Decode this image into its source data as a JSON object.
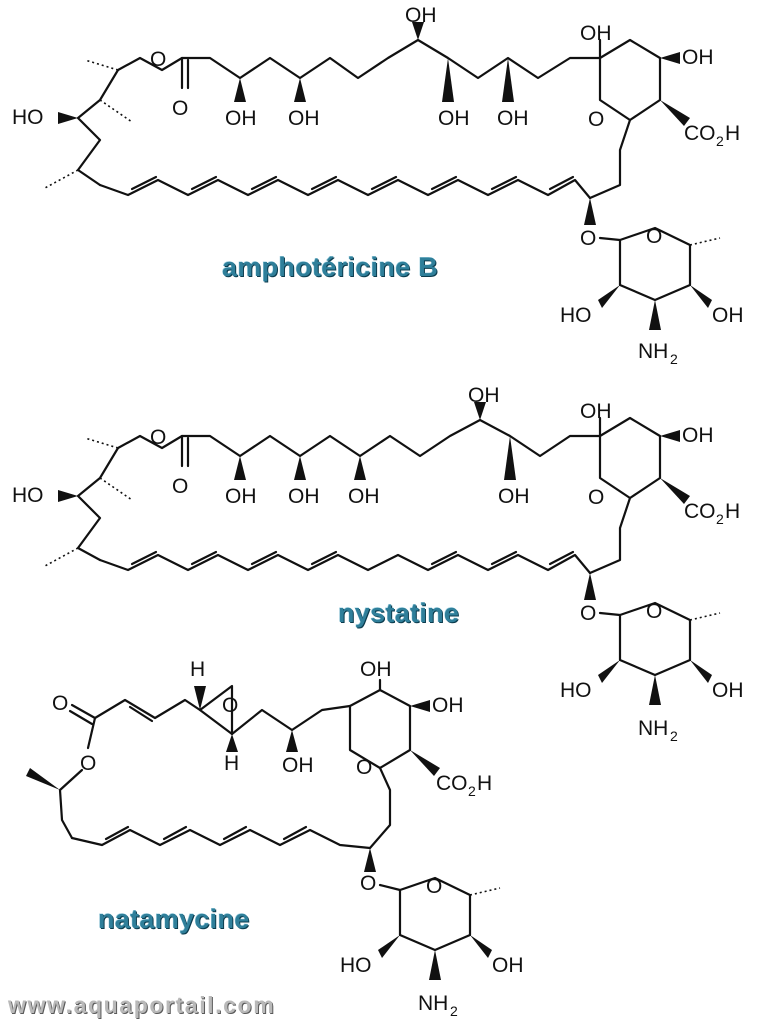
{
  "molecules": [
    {
      "name": "amphotéricine B"
    },
    {
      "name": "nystatine"
    },
    {
      "name": "natamycine"
    }
  ],
  "atoms": {
    "oh": "OH",
    "ho": "HO",
    "o": "O",
    "h": "H",
    "co2h_main": "CO",
    "co2h_sub": "2",
    "co2h_tail": "H",
    "nh2_main": "NH",
    "nh2_sub": "2"
  },
  "watermark": "www.aquaportail.com",
  "colors": {
    "label": "#2f7f9a",
    "label_shadow": "#0b3b4d",
    "watermark": "#b9b9b9",
    "bonds": "#111111"
  }
}
